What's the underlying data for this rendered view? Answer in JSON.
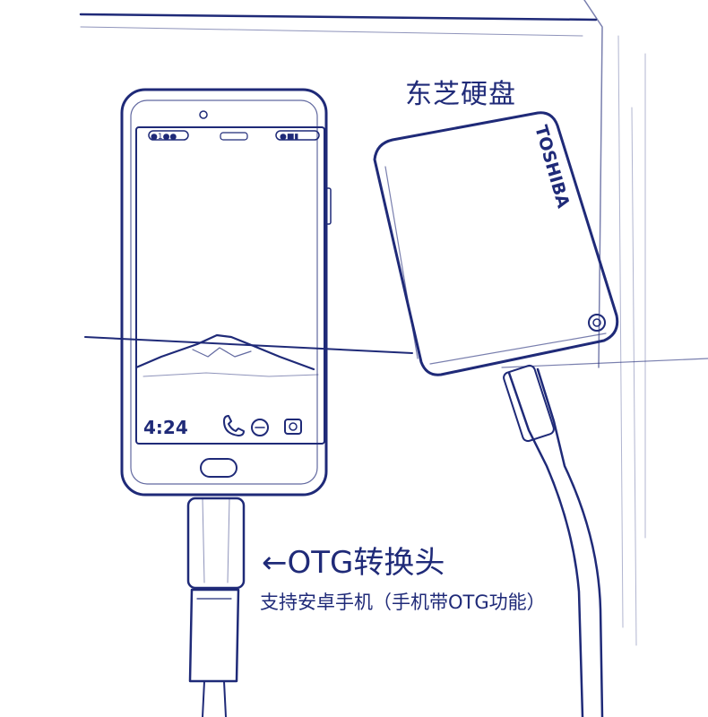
{
  "labels": {
    "hard_drive": "东芝硬盘",
    "otg_arrow": "←",
    "otg_adapter": "OTG转换头",
    "support_note": "支持安卓手机（手机带OTG功能）"
  },
  "phone": {
    "time": "4:24",
    "status_left": "●1●●",
    "status_right": "●■▮"
  },
  "drive": {
    "brand": "TOSHIBA"
  },
  "icons": [
    "phone-icon",
    "message-icon",
    "camera-icon",
    "home-button-icon",
    "power-icon"
  ],
  "colors": {
    "ink": "#1f2a78",
    "paper": "#ffffff"
  }
}
